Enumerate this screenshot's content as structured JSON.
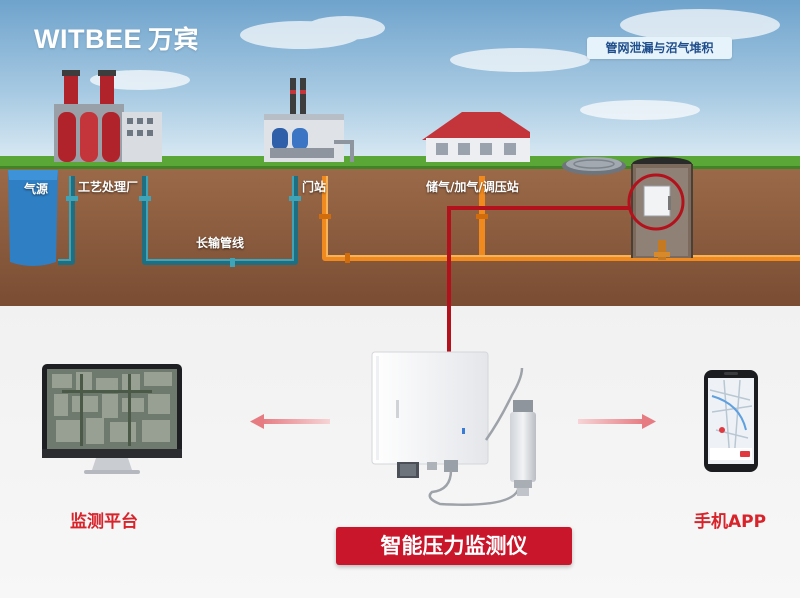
{
  "brand": {
    "name_en": "WITBEE",
    "name_cn": "万宾"
  },
  "scene_title": "管网泄漏与沼气堆积",
  "stations": {
    "gas_source": "气源",
    "process_plant": "工艺处理厂",
    "pipeline": "长输管线",
    "gate_station": "门站",
    "storage_station": "储气/加气/调压站"
  },
  "platform_label": "监测平台",
  "device_label": "智能压力监测仪",
  "app_label": "手机APP",
  "colors": {
    "sky_top": "#7fb0d4",
    "grass": "#5aa637",
    "soil": "#8a5a3c",
    "pipe_teal": "#1f6f82",
    "pipe_orange": "#f08a1e",
    "signal_red": "#b3121c",
    "brand_red": "#c9162a"
  },
  "icons": [
    "factory-icon",
    "gas-plant-icon",
    "station-house-icon",
    "manhole-icon",
    "sensor-box-icon",
    "monitor-icon",
    "pressure-monitor-icon",
    "phone-icon",
    "arrow-left-icon",
    "arrow-right-icon"
  ]
}
